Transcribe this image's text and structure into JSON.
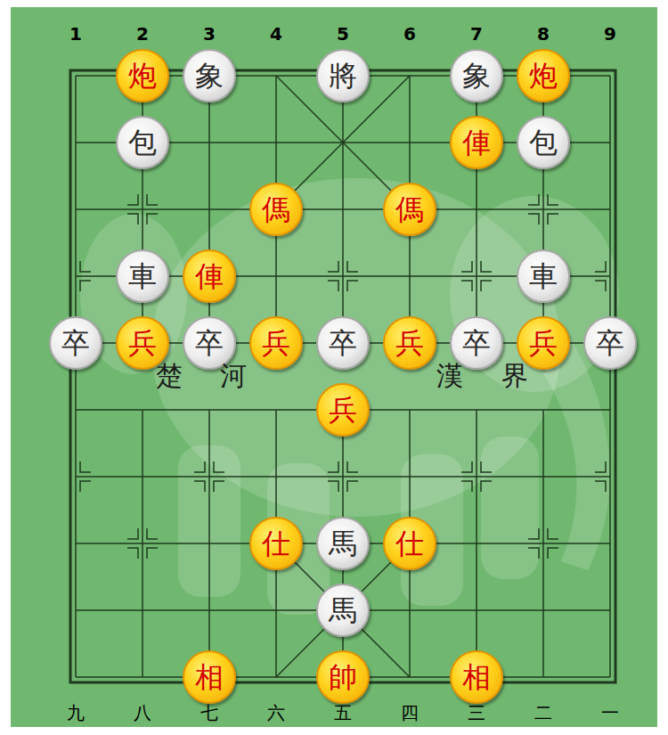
{
  "diagram": {
    "nodes": [
      {
        "text": [
          "炮"
        ]
      },
      {
        "text": [
          "象"
        ]
      },
      {
        "text": [
          "將"
        ]
      },
      {
        "text": [
          "象"
        ]
      },
      {
        "text": [
          "炮"
        ]
      },
      {
        "text": [
          "包"
        ]
      },
      {
        "text": [
          "俥"
        ]
      },
      {
        "text": [
          "包"
        ]
      },
      {
        "text": [
          "傌"
        ]
      },
      {
        "text": [
          "傌"
        ]
      },
      {
        "text": [
          "車"
        ]
      },
      {
        "text": [
          "俥"
        ]
      },
      {
        "text": [
          "車"
        ]
      },
      {
        "text": [
          "卒"
        ]
      },
      {
        "text": [
          "兵"
        ]
      },
      {
        "text": [
          "卒"
        ]
      },
      {
        "text": [
          "兵"
        ]
      },
      {
        "text": [
          "卒"
        ]
      },
      {
        "text": [
          "兵"
        ]
      },
      {
        "text": [
          "卒"
        ]
      },
      {
        "text": [
          "兵"
        ]
      },
      {
        "text": [
          "卒"
        ]
      },
      {
        "text": [
          "兵"
        ]
      },
      {
        "text": [
          "仕"
        ]
      },
      {
        "text": [
          "馬"
        ]
      },
      {
        "text": [
          "仕"
        ]
      },
      {
        "text": [
          "馬"
        ]
      },
      {
        "text": [
          "相"
        ]
      },
      {
        "text": [
          "帥"
        ]
      },
      {
        "text": [
          "相"
        ]
      }
    ],
    "labels": [
      "1",
      "2",
      "3",
      "4",
      "5",
      "6",
      "7",
      "8",
      "9",
      "九",
      "八",
      "七",
      "六",
      "五",
      "四",
      "三",
      "二",
      "一",
      "楚",
      "河",
      "漢",
      "界"
    ]
  }
}
